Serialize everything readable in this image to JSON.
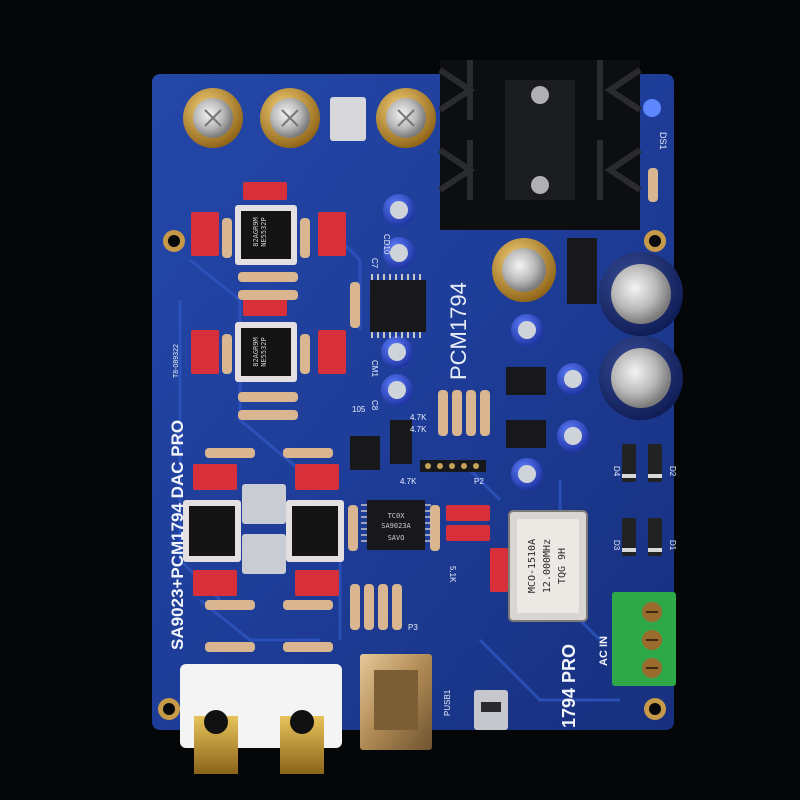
{
  "board": {
    "title_vertical": "SA9023+PCM1794 DAC PRO",
    "chip_label_vertical": "PCM1794",
    "model_vertical": "1794 PRO",
    "ac_in": "AC IN",
    "serial": "T8-089322"
  },
  "silkscreen": {
    "cd10": "CD10",
    "c7": "C7",
    "cm1": "CM1",
    "c8": "C8",
    "r105": "105",
    "r47k_a": "4.7K",
    "r47k_b": "4.7K",
    "r47k_c": "4.7K",
    "p2": "P2",
    "p3": "P3",
    "pusb1": "PUSB1",
    "r51k": "5.1K",
    "d1": "D1",
    "d2": "D2",
    "d3": "D3",
    "d4": "D4",
    "ds1": "DS1"
  },
  "chips": {
    "opamp_line1": "NE5532P",
    "opamp_line2": "82AGR9M",
    "usb_line1": "SA9023A",
    "usb_line2": "TC0X",
    "usb_line3": "SAVO"
  },
  "oscillator": {
    "line1": "MCO-1510A",
    "line2": "12.000MHz",
    "line3": "TQG  9H"
  },
  "colors": {
    "pcb": "#1f3d9c",
    "capacitor_red": "#d8303a",
    "terminal_green": "#2fa84a"
  }
}
